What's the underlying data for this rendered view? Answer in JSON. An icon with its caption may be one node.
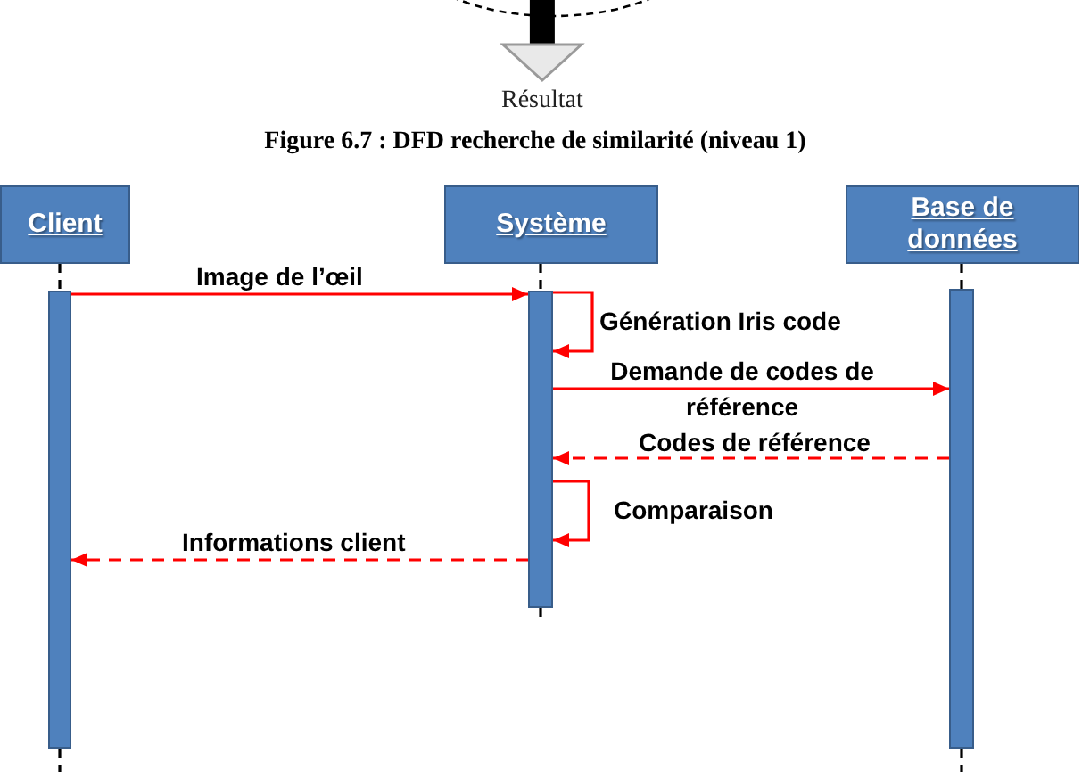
{
  "diagram": {
    "caption": "Figure 6.7 : DFD recherche de similarité (niveau 1)",
    "nodes": [
      {
        "text": [],
        "shape": "circle"
      },
      {
        "text": [
          "Résultat"
        ]
      },
      {
        "text": [
          "Client"
        ]
      },
      {
        "text": [
          "Système"
        ]
      },
      {
        "text": [
          "Base de données"
        ]
      },
      {
        "text": [],
        "shape": "bar"
      },
      {
        "text": [],
        "shape": "bar"
      },
      {
        "text": [],
        "shape": "bar"
      }
    ],
    "edges": [
      {
        "from": 0,
        "to": 1,
        "arrow": "to",
        "style": "thick",
        "color": "#000000"
      },
      {
        "from": 2,
        "to": 5,
        "arrow": "none",
        "style": "dashed",
        "color": "#000000"
      },
      {
        "from": 3,
        "to": 6,
        "arrow": "none",
        "style": "dashed",
        "color": "#000000"
      },
      {
        "from": 4,
        "to": 7,
        "arrow": "none",
        "style": "dashed",
        "color": "#000000"
      },
      {
        "from": 5,
        "to": null,
        "arrow": "none",
        "style": "dashed",
        "color": "#000000"
      },
      {
        "from": 6,
        "to": null,
        "arrow": "none",
        "style": "dashed",
        "color": "#000000"
      },
      {
        "from": 7,
        "to": null,
        "arrow": "none",
        "style": "dashed",
        "color": "#000000"
      },
      {
        "from": 5,
        "to": 6,
        "arrow": "to",
        "label": "Image de l’œil",
        "color": "#ff0000"
      },
      {
        "from": 6,
        "to": 6,
        "arrow": "to",
        "label": "Génération Iris code",
        "color": "#ff0000"
      },
      {
        "from": 6,
        "to": 7,
        "arrow": "to",
        "label": "Demande de codes de référence",
        "color": "#ff0000"
      },
      {
        "from": 7,
        "to": 6,
        "arrow": "to",
        "label": "Codes de référence",
        "style": "dashed",
        "color": "#ff0000"
      },
      {
        "from": 6,
        "to": 6,
        "arrow": "to",
        "label": "Comparaison",
        "color": "#ff0000"
      },
      {
        "from": 6,
        "to": 5,
        "arrow": "to",
        "label": "Informations client",
        "style": "dashed",
        "color": "#ff0000"
      }
    ]
  }
}
